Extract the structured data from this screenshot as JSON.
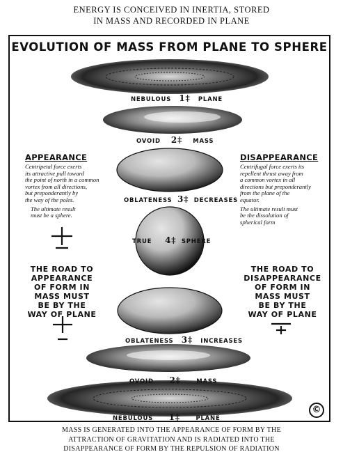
{
  "header": {
    "caption_line1": "ENERGY IS CONCEIVED IN INERTIA, STORED",
    "caption_line2": "IN MASS AND RECORDED IN PLANE"
  },
  "title": "EVOLUTION OF MASS FROM PLANE TO SPHERE",
  "stages": [
    {
      "left": "NEBULOUS",
      "num": "1",
      "right": "PLANE"
    },
    {
      "left": "OVOID",
      "num": "2",
      "right": "MASS"
    },
    {
      "left": "OBLATENESS",
      "num": "3",
      "right": "DECREASES"
    },
    {
      "left": "TRUE",
      "num": "4",
      "right": "SPHERE"
    },
    {
      "left": "OBLATENESS",
      "num": "3",
      "right": "INCREASES"
    },
    {
      "left": "OVOID",
      "num": "2",
      "right": "MASS"
    },
    {
      "left": "NEBULOUS",
      "num": "1",
      "right": "PLANE"
    }
  ],
  "appearance": {
    "heading": "APPEARANCE",
    "lines": [
      "Centripetal force exerts",
      "its attractive pull toward",
      "the point of north in a common",
      "vortex from all directions,",
      "but preponderantly by",
      "the way of the poles."
    ],
    "result": [
      "The ultimate result",
      "must be a sphere."
    ]
  },
  "disappearance": {
    "heading": "DISAPPEARANCE",
    "lines": [
      "Centrifugal force exerts its",
      "repellent thrust away from",
      "a common vortex in all",
      "directions but preponderantly",
      "from the plane of the",
      "equator."
    ],
    "result": [
      "The ultimate result must",
      "be the dissolution of",
      "spherical form"
    ]
  },
  "road_left": [
    "THE ROAD TO",
    "APPEARANCE",
    "OF FORM IN",
    "MASS MUST",
    "BE BY THE",
    "WAY OF PLANE"
  ],
  "road_right": [
    "THE ROAD TO",
    "DISAPPEARANCE",
    "OF FORM IN",
    "MASS MUST",
    "BE BY THE",
    "WAY OF PLANE"
  ],
  "copyright_symbol": "©",
  "footer": {
    "line1": "MASS IS GENERATED INTO THE APPEARANCE OF FORM BY THE",
    "line2": "ATTRACTION OF GRAVITATION AND IS RADIATED INTO THE",
    "line3": "DISAPPEARANCE OF FORM BY THE REPULSION OF RADIATION"
  }
}
